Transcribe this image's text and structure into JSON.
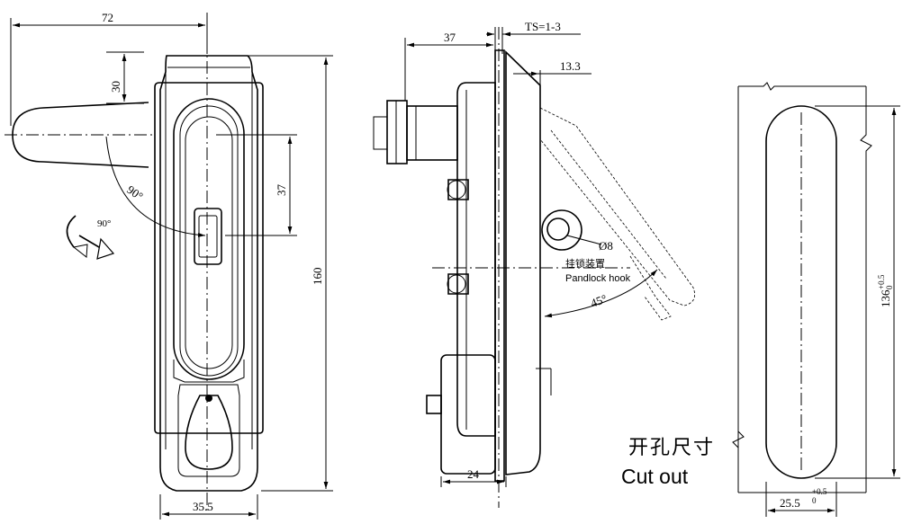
{
  "front_view": {
    "width_72": "72",
    "handle_offset_30": "30",
    "pivot_37": "37",
    "height_160": "160",
    "base_35_5": "35.5",
    "swing_angle": "90°",
    "rotate_angle": "90°"
  },
  "side_view": {
    "depth_37": "37",
    "thickness_ts": "TS=1-3",
    "offset_13_3": "13.3",
    "hole_dia": "Ø8",
    "pandlock_cn": "挂锁装置",
    "pandlock_en": "Pandlock hook",
    "angle_45": "45°",
    "bottom_24": "24"
  },
  "cutout": {
    "label_cn": "开孔尺寸",
    "label_en": "Cut out",
    "height": "136",
    "height_tol_upper": "+0.5",
    "height_tol_lower": "0",
    "width": "25.5",
    "width_tol_upper": "+0.5",
    "width_tol_lower": "0"
  }
}
